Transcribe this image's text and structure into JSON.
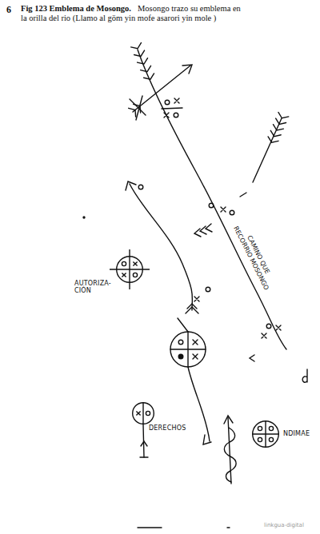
{
  "diagram": {
    "title": "Fig 123 Emblema de Mosongo.",
    "caption": "Mosongo trazo su emblema en la orilla del rio (Llamo al göm yin mofe asarori yin mole )",
    "nodes": [
      {
        "text": [
          "AUTORIZA- CIÓN"
        ]
      },
      {
        "text": [
          "DERECHOS"
        ]
      },
      {
        "text": [
          "NDIMAE"
        ]
      }
    ],
    "labels": [
      "6",
      "CAMINO QUE RECORRIO MOSONGO",
      "linkgua-digital"
    ]
  }
}
